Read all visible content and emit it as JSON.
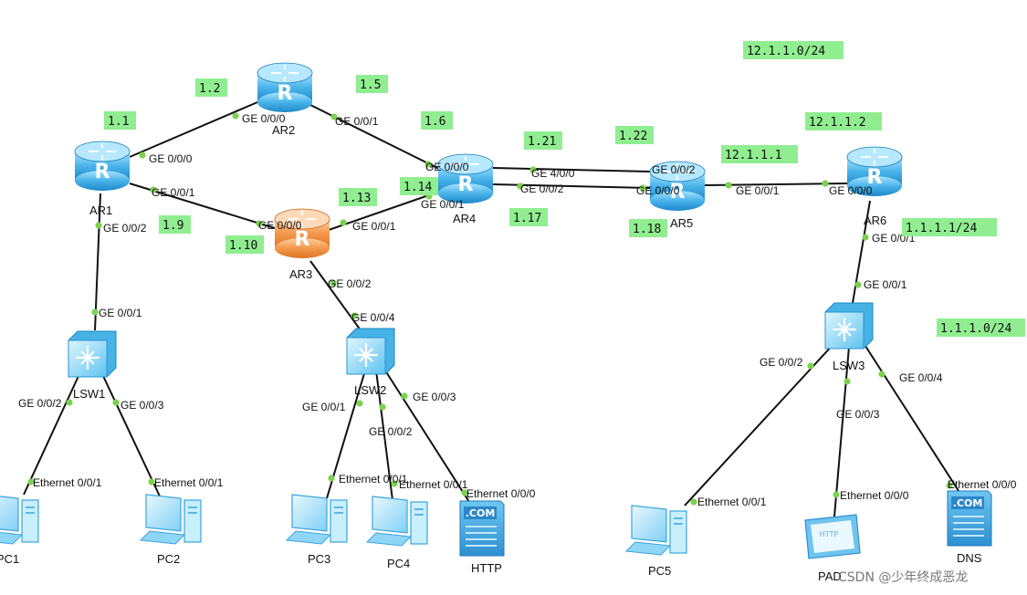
{
  "topology": {
    "devices": [
      {
        "id": "AR1",
        "kind": "router",
        "label": "AR1"
      },
      {
        "id": "AR2",
        "kind": "router",
        "label": "AR2"
      },
      {
        "id": "AR3",
        "kind": "router-orange",
        "label": "AR3"
      },
      {
        "id": "AR4",
        "kind": "router",
        "label": "AR4"
      },
      {
        "id": "AR5",
        "kind": "router",
        "label": "AR5"
      },
      {
        "id": "AR6",
        "kind": "router",
        "label": "AR6"
      },
      {
        "id": "LSW1",
        "kind": "switch",
        "label": "LSW1"
      },
      {
        "id": "LSW2",
        "kind": "switch",
        "label": "LSW2"
      },
      {
        "id": "LSW3",
        "kind": "switch",
        "label": "LSW3"
      },
      {
        "id": "PC1",
        "kind": "pc",
        "label": "PC1"
      },
      {
        "id": "PC2",
        "kind": "pc",
        "label": "PC2"
      },
      {
        "id": "PC3",
        "kind": "pc",
        "label": "PC3"
      },
      {
        "id": "PC4",
        "kind": "pc",
        "label": "PC4"
      },
      {
        "id": "PC5",
        "kind": "pc",
        "label": "PC5"
      },
      {
        "id": "HTTP",
        "kind": "server",
        "label": "HTTP"
      },
      {
        "id": "PAD",
        "kind": "pad",
        "label": "PAD"
      },
      {
        "id": "DNS",
        "kind": "server",
        "label": "DNS"
      }
    ],
    "links": [
      {
        "a": "AR1",
        "a_port": "GE 0/0/0",
        "b": "AR2",
        "b_port": "GE 0/0/0"
      },
      {
        "a": "AR2",
        "a_port": "GE 0/0/1",
        "b": "AR4",
        "b_port": "GE 0/0/0"
      },
      {
        "a": "AR1",
        "a_port": "GE 0/0/1",
        "b": "AR3",
        "b_port": "GE 0/0/0"
      },
      {
        "a": "AR3",
        "a_port": "GE 0/0/1",
        "b": "AR4",
        "b_port": "GE 0/0/1"
      },
      {
        "a": "AR4",
        "a_port": "GE 4/0/0",
        "b": "AR5",
        "b_port": "GE 0/0/2"
      },
      {
        "a": "AR4",
        "a_port": "GE 0/0/2",
        "b": "AR5",
        "b_port": "GE 0/0/0"
      },
      {
        "a": "AR5",
        "a_port": "GE 0/0/1",
        "b": "AR6",
        "b_port": "GE 0/0/0"
      },
      {
        "a": "AR1",
        "a_port": "GE 0/0/2",
        "b": "LSW1",
        "b_port": "GE 0/0/1"
      },
      {
        "a": "AR3",
        "a_port": "GE 0/0/2",
        "b": "LSW2",
        "b_port": "GE 0/0/4"
      },
      {
        "a": "AR6",
        "a_port": "GE 0/0/1",
        "b": "LSW3",
        "b_port": "GE 0/0/1"
      },
      {
        "a": "LSW1",
        "a_port": "GE 0/0/2",
        "b": "PC1",
        "b_port": "Ethernet 0/0/1"
      },
      {
        "a": "LSW1",
        "a_port": "GE 0/0/3",
        "b": "PC2",
        "b_port": "Ethernet 0/0/1"
      },
      {
        "a": "LSW2",
        "a_port": "GE 0/0/1",
        "b": "PC3",
        "b_port": "Ethernet 0/0/1"
      },
      {
        "a": "LSW2",
        "a_port": "GE 0/0/2",
        "b": "PC4",
        "b_port": "Ethernet 0/0/1"
      },
      {
        "a": "LSW2",
        "a_port": "GE 0/0/3",
        "b": "HTTP",
        "b_port": "Ethernet 0/0/0"
      },
      {
        "a": "LSW3",
        "a_port": "GE 0/0/2",
        "b": "PC5",
        "b_port": "Ethernet 0/0/1"
      },
      {
        "a": "LSW3",
        "a_port": "GE 0/0/3",
        "b": "PAD",
        "b_port": "Ethernet 0/0/0"
      },
      {
        "a": "LSW3",
        "a_port": "GE 0/0/4",
        "b": "DNS",
        "b_port": "Ethernet 0/0/0"
      }
    ],
    "address_notes": [
      "1.1",
      "1.2",
      "1.5",
      "1.6",
      "1.9",
      "1.10",
      "1.13",
      "1.14",
      "1.17",
      "1.18",
      "1.21",
      "1.22",
      "12.1.1.0/24",
      "12.1.1.2",
      "12.1.1.1",
      "1.1.1.1/24",
      "1.1.1.0/24"
    ]
  },
  "watermark": "CSDN @少年终成恶龙",
  "colors": {
    "note_bg": "#90ee90",
    "router_blue": "#4fb7ea",
    "router_orange": "#f49a4c",
    "link": "#111111",
    "port_dot": "#7bd24f"
  }
}
